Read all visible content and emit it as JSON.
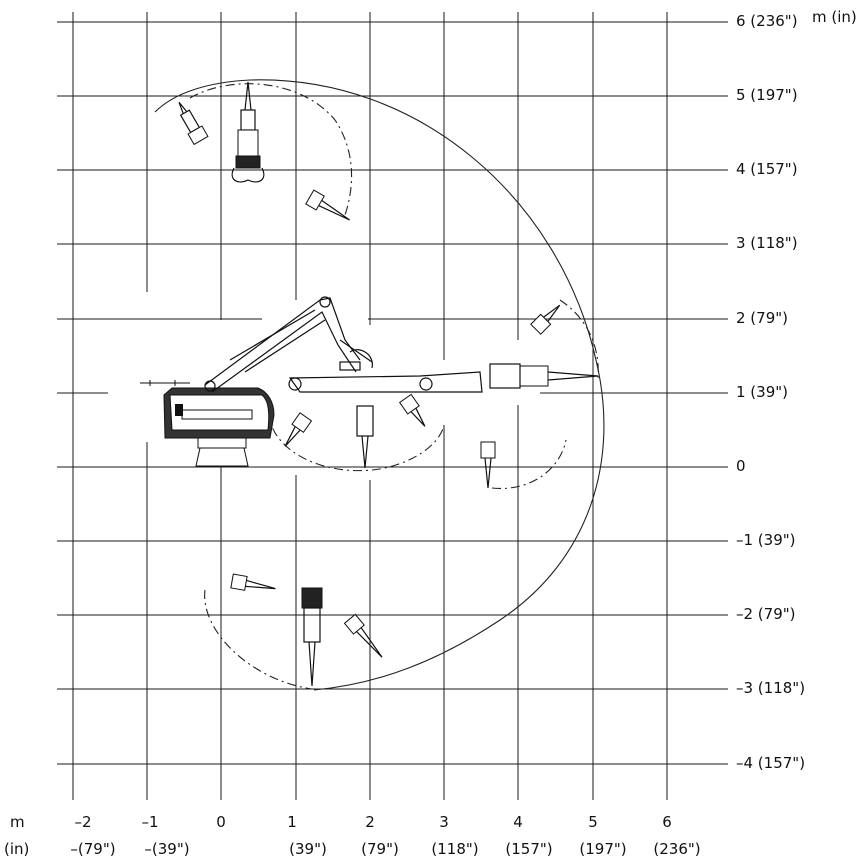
{
  "unit_labels": {
    "meters": "m",
    "inches": "(in)"
  },
  "y_axis": {
    "ticks": [
      {
        "m": 6,
        "label": "6 (236\")",
        "unit_suffix": "m (in)"
      },
      {
        "m": 5,
        "label": "5 (197\")"
      },
      {
        "m": 4,
        "label": "4 (157\")"
      },
      {
        "m": 3,
        "label": "3 (118\")"
      },
      {
        "m": 2,
        "label": "2 (79\")"
      },
      {
        "m": 1,
        "label": "1 (39\")"
      },
      {
        "m": 0,
        "label": "0"
      },
      {
        "m": -1,
        "label": "–1 (39\")"
      },
      {
        "m": -2,
        "label": "–2 (79\")"
      },
      {
        "m": -3,
        "label": "–3 (118\")"
      },
      {
        "m": -4,
        "label": "–4 (157\")"
      }
    ]
  },
  "x_axis": {
    "ticks": [
      {
        "m": -2,
        "meters": "–2",
        "inches": "–(79\")"
      },
      {
        "m": -1,
        "meters": "–1",
        "inches": "–(39\")"
      },
      {
        "m": 0,
        "meters": "0",
        "inches": ""
      },
      {
        "m": 1,
        "meters": "1",
        "inches": "(39\")"
      },
      {
        "m": 2,
        "meters": "2",
        "inches": "(79\")"
      },
      {
        "m": 3,
        "meters": "3",
        "inches": "(118\")"
      },
      {
        "m": 4,
        "meters": "4",
        "inches": "(157\")"
      },
      {
        "m": 5,
        "meters": "5",
        "inches": "(197\")"
      },
      {
        "m": 6,
        "meters": "6",
        "inches": "(236\")"
      }
    ]
  }
}
